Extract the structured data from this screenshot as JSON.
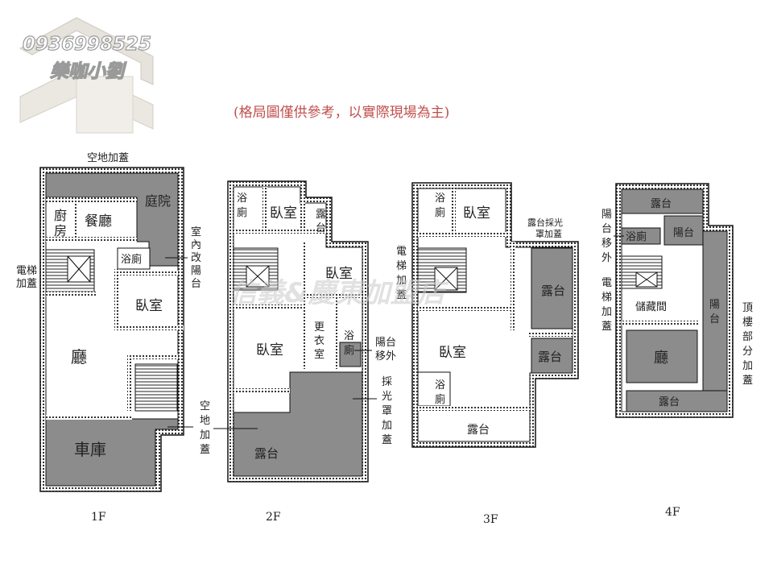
{
  "logo": {
    "phone": "0936998525",
    "name": "樂咖小劉"
  },
  "note": "(格局圖僅供參考，以實際現場為主)",
  "watermark": "信義&慶東加盟店",
  "floors": {
    "f1": {
      "label": "1F",
      "top_note": "空地加蓋",
      "rooms": {
        "kitchen_a": "廚",
        "kitchen_b": "房",
        "dining": "餐廳",
        "courtyard": "庭院",
        "bath": "浴廁",
        "bedroom": "臥室",
        "hall": "廳",
        "garage": "車庫"
      },
      "side": {
        "elevator": "電梯加蓋",
        "balcony": "室內改陽台",
        "yard": "空地加蓋"
      }
    },
    "f2": {
      "label": "2F",
      "rooms": {
        "bath": "浴廁",
        "bedroom1": "臥室",
        "terrace_small": "露台",
        "bedroom2": "臥室",
        "bedroom3": "臥室",
        "closet": "更衣室",
        "bath2": "浴廁",
        "terrace": "露台"
      },
      "side": {
        "balcony_move": "陽台移外",
        "skylight": "採光罩加蓋"
      }
    },
    "f3": {
      "label": "3F",
      "rooms": {
        "bath": "浴廁",
        "bedroom1": "臥室",
        "terrace1": "露台",
        "terrace2": "露台",
        "bedroom2": "臥室",
        "bath2": "浴廁",
        "terrace3": "露台"
      },
      "side": {
        "terrace_skylight": "露台採光罩加蓋",
        "elevator": "電梯加蓋"
      }
    },
    "f4": {
      "label": "4F",
      "rooms": {
        "terrace_top": "露台",
        "balcony": "陽台",
        "bath": "浴廁",
        "storage": "儲藏間",
        "hall": "廳",
        "balcony2": "陽台",
        "terrace_bottom": "露台"
      },
      "side": {
        "balcony_move": "陽台移外",
        "elevator": "電梯加蓋",
        "roof": "頂樓部分加蓋"
      }
    }
  },
  "colors": {
    "fill": "#8c8c8c",
    "wall": "#111111",
    "note": "#c0504d"
  }
}
